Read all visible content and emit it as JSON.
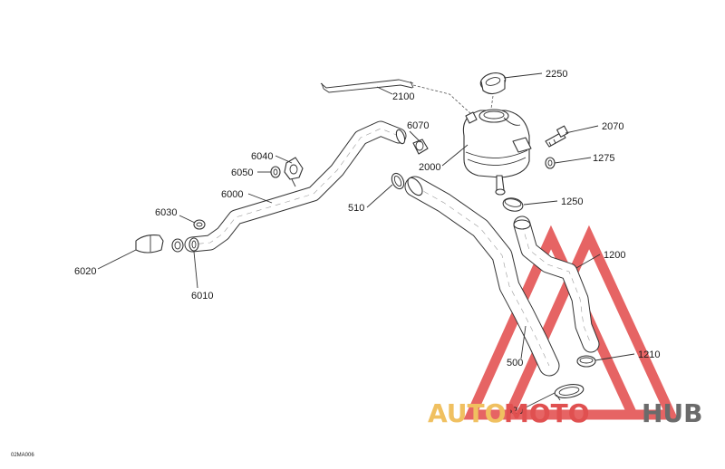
{
  "callouts": {
    "c2250": "2250",
    "c2100": "2100",
    "c6070": "6070",
    "c2070": "2070",
    "c6040": "6040",
    "c6050": "6050",
    "c2000": "2000",
    "c1275": "1275",
    "c6000": "6000",
    "c510": "510",
    "c1250": "1250",
    "c6030": "6030",
    "c1200": "1200",
    "c6020": "6020",
    "c6010": "6010",
    "c1210": "1210",
    "c500": "500",
    "c520": "520"
  },
  "figure_code": "02MA006",
  "watermark": {
    "part1": "AUTO",
    "part2": "MOTO",
    "part3": "HUB",
    "color_gold": "#f0c060",
    "color_red": "#e05050",
    "color_gray": "#6b6b6b"
  }
}
